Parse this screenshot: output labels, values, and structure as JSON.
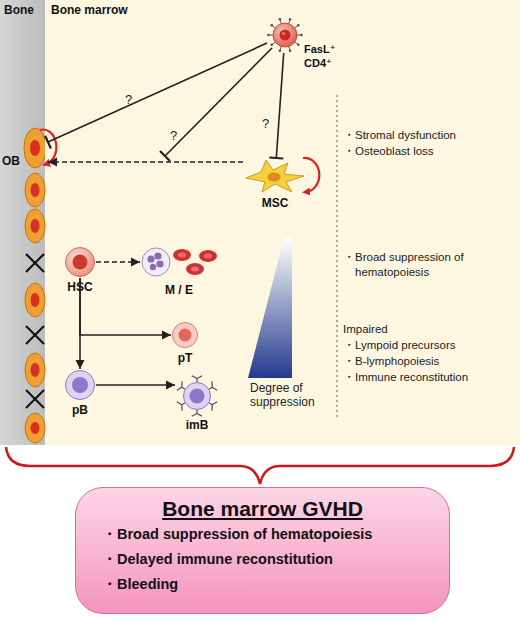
{
  "diagram": {
    "nodes": [
      {
        "text": [
          "Bone"
        ]
      },
      {
        "text": [
          "Bone marrow"
        ]
      },
      {
        "text": [
          "FasL⁺ CD4⁺"
        ],
        "in": 1
      },
      {
        "text": [
          "OB"
        ],
        "in": 0
      },
      {
        "text": [
          "MSC"
        ],
        "in": 1
      },
      {
        "text": [
          "HSC"
        ],
        "in": 1
      },
      {
        "text": [
          "M / E"
        ],
        "in": 1
      },
      {
        "text": [
          "pT"
        ],
        "in": 1
      },
      {
        "text": [
          "pB"
        ],
        "in": 1
      },
      {
        "text": [
          "imB"
        ],
        "in": 1
      },
      {
        "text": [
          "Bone marrow GVHD",
          "・Broad suppression of hematopoiesis",
          "・Delayed immune reconstitution",
          "・Bleeding"
        ]
      }
    ],
    "edges": [
      {
        "from": 2,
        "to": 3,
        "arrow": "to"
      },
      {
        "from": 2,
        "to": 4,
        "arrow": "to"
      },
      {
        "from": 4,
        "to": 3,
        "arrow": "to"
      },
      {
        "from": 5,
        "to": 6,
        "arrow": "to"
      },
      {
        "from": 5,
        "to": 7,
        "arrow": "to"
      },
      {
        "from": 5,
        "to": 8,
        "arrow": "to"
      },
      {
        "from": 8,
        "to": 9,
        "arrow": "to"
      }
    ],
    "labels": [
      "?",
      "?",
      "?",
      "・Stromal dysfunction",
      "・Osteoblast loss",
      "・Broad suppression of hematopoiesis",
      "Impaired",
      "・Lympoid precursors",
      "・B-lymphopoiesis",
      "・Immune reconstitution",
      "Degree of suppression"
    ]
  }
}
